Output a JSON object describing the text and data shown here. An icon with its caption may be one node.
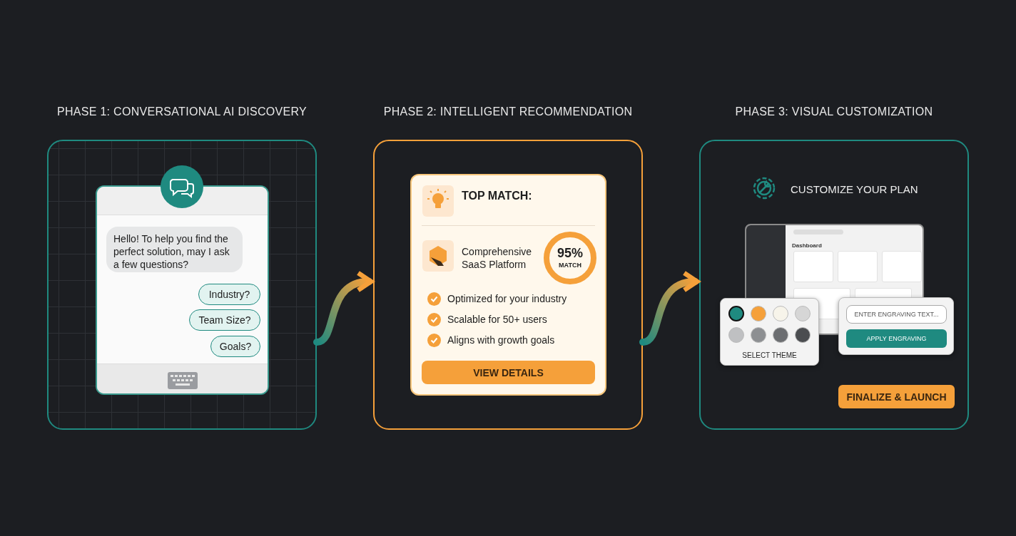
{
  "diagram": {
    "nodes": [
      {
        "text": [
          "PHASE 1: CONVERSATIONAL AI DISCOVERY"
        ]
      },
      {
        "text": [],
        "shape": "box",
        "in": 0
      },
      {
        "text": [
          "Hello! To help you find the perfect solution, may I ask a few questions?"
        ],
        "in": 1
      },
      {
        "text": [
          "Industry?"
        ],
        "in": 1
      },
      {
        "text": [
          "Team Size?"
        ],
        "in": 1
      },
      {
        "text": [
          "Goals?"
        ],
        "in": 1
      },
      {
        "text": [
          "PHASE 2: INTELLIGENT RECOMMENDATION"
        ]
      },
      {
        "text": [
          "TOP MATCH:",
          "Comprehensive SaaS Platform",
          "Optimized for your industry",
          "Scalable for 50+ users",
          "Aligns with growth goals"
        ],
        "in": 6
      },
      {
        "text": [
          "95%",
          "MATCH"
        ],
        "in": 7
      },
      {
        "text": [
          "VIEW DETAILS"
        ],
        "in": 7
      },
      {
        "text": [
          "PHASE 3: VISUAL CUSTOMIZATION",
          "CUSTOMIZE YOUR PLAN"
        ]
      },
      {
        "text": [
          "Dashboard"
        ],
        "in": 10
      },
      {
        "text": [
          "SELECT THEME"
        ],
        "in": 10
      },
      {
        "text": [],
        "shape": "box",
        "in": 10
      },
      {
        "text": [
          "ENTER ENGRAVING TEXT..."
        ],
        "in": 13
      },
      {
        "text": [
          "APPLY ENGRAVING"
        ],
        "in": 13
      },
      {
        "text": [
          "FINALIZE & LAUNCH"
        ],
        "in": 10
      }
    ],
    "edges": [
      {
        "from": 0,
        "to": 6,
        "arrow": "to"
      },
      {
        "from": 6,
        "to": 10,
        "arrow": "to"
      }
    ]
  }
}
